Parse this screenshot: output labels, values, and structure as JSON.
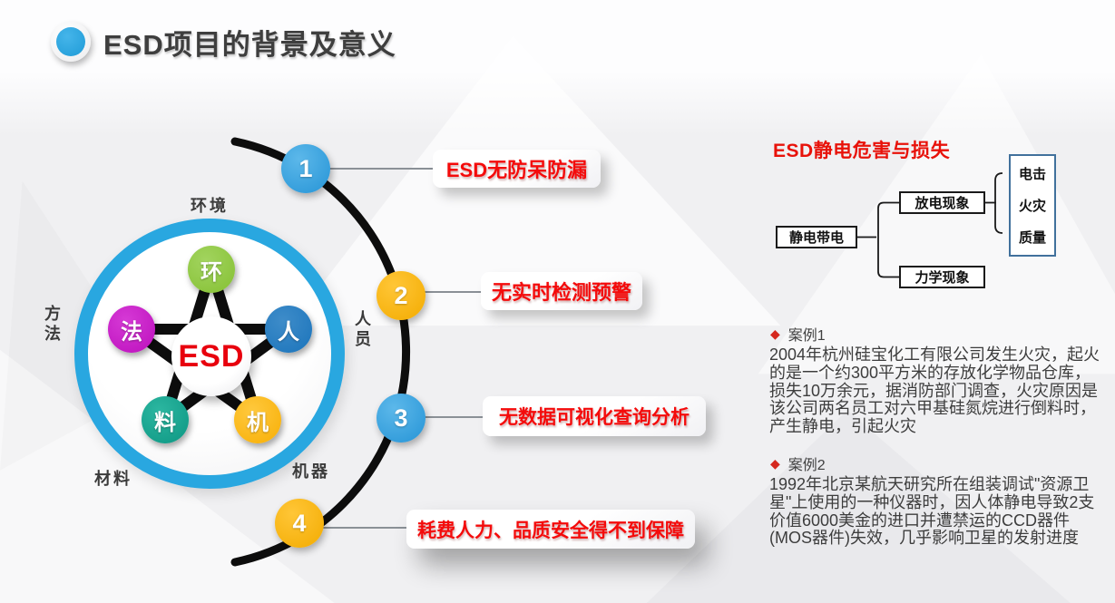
{
  "slide": {
    "title": "ESD项目的背景及意义"
  },
  "star_diagram": {
    "center": "ESD",
    "nodes": [
      {
        "label": "环",
        "outer": "环境",
        "color": "#8CC63E"
      },
      {
        "label": "人",
        "outer": "人员",
        "color": "#1B74BB"
      },
      {
        "label": "机",
        "outer": "机器",
        "color": "#FDB813"
      },
      {
        "label": "料",
        "outer": "材料",
        "color": "#12A08B"
      },
      {
        "label": "法",
        "outer": "方法",
        "color": "#C413C4"
      }
    ]
  },
  "pain_points": [
    {
      "num": "1",
      "label": "ESD无防呆防漏",
      "color": "#2E9FDE"
    },
    {
      "num": "2",
      "label": "无实时检测预警",
      "color": "#F8B200"
    },
    {
      "num": "3",
      "label": "无数据可视化查询分析",
      "color": "#2E9FDE"
    },
    {
      "num": "4",
      "label": "耗费人力、品质安全得不到保障",
      "color": "#F8B200"
    }
  ],
  "right_panel": {
    "heading": "ESD静电危害与损失",
    "flow": {
      "root": "静电带电",
      "branches": [
        "放电现象",
        "力学现象"
      ],
      "effects": [
        "电击",
        "火灾",
        "质量"
      ]
    },
    "cases": [
      {
        "bullet": "◆",
        "title": "案例1",
        "body": "2004年杭州硅宝化工有限公司发生火灾，起火的是一个约300平方米的存放化学物品仓库，损失10万余元，据消防部门调查，火灾原因是该公司两名员工对六甲基硅氮烷进行倒料时，产生静电，引起火灾"
      },
      {
        "bullet": "◆",
        "title": "案例2",
        "body": "1992年北京某航天研究所在组装调试\"资源卫星\"上使用的一种仪器时，因人体静电导致2支价值6000美金的进口并遭禁运的CCD器件(MOS器件)失效，几乎影响卫星的发射进度"
      }
    ]
  },
  "colors": {
    "accent_blue": "#29A7E0",
    "circle_blue": "#2E9FDE",
    "circle_yellow": "#F8B200",
    "node_green": "#8CC63E",
    "node_blue": "#1B74BB",
    "node_yellow": "#FDB813",
    "node_teal": "#12A08B",
    "node_magenta": "#C413C4",
    "alert_red": "#EE0C0C",
    "title_text": "#3E3E3E",
    "flow_tall_border": "#41719C"
  }
}
